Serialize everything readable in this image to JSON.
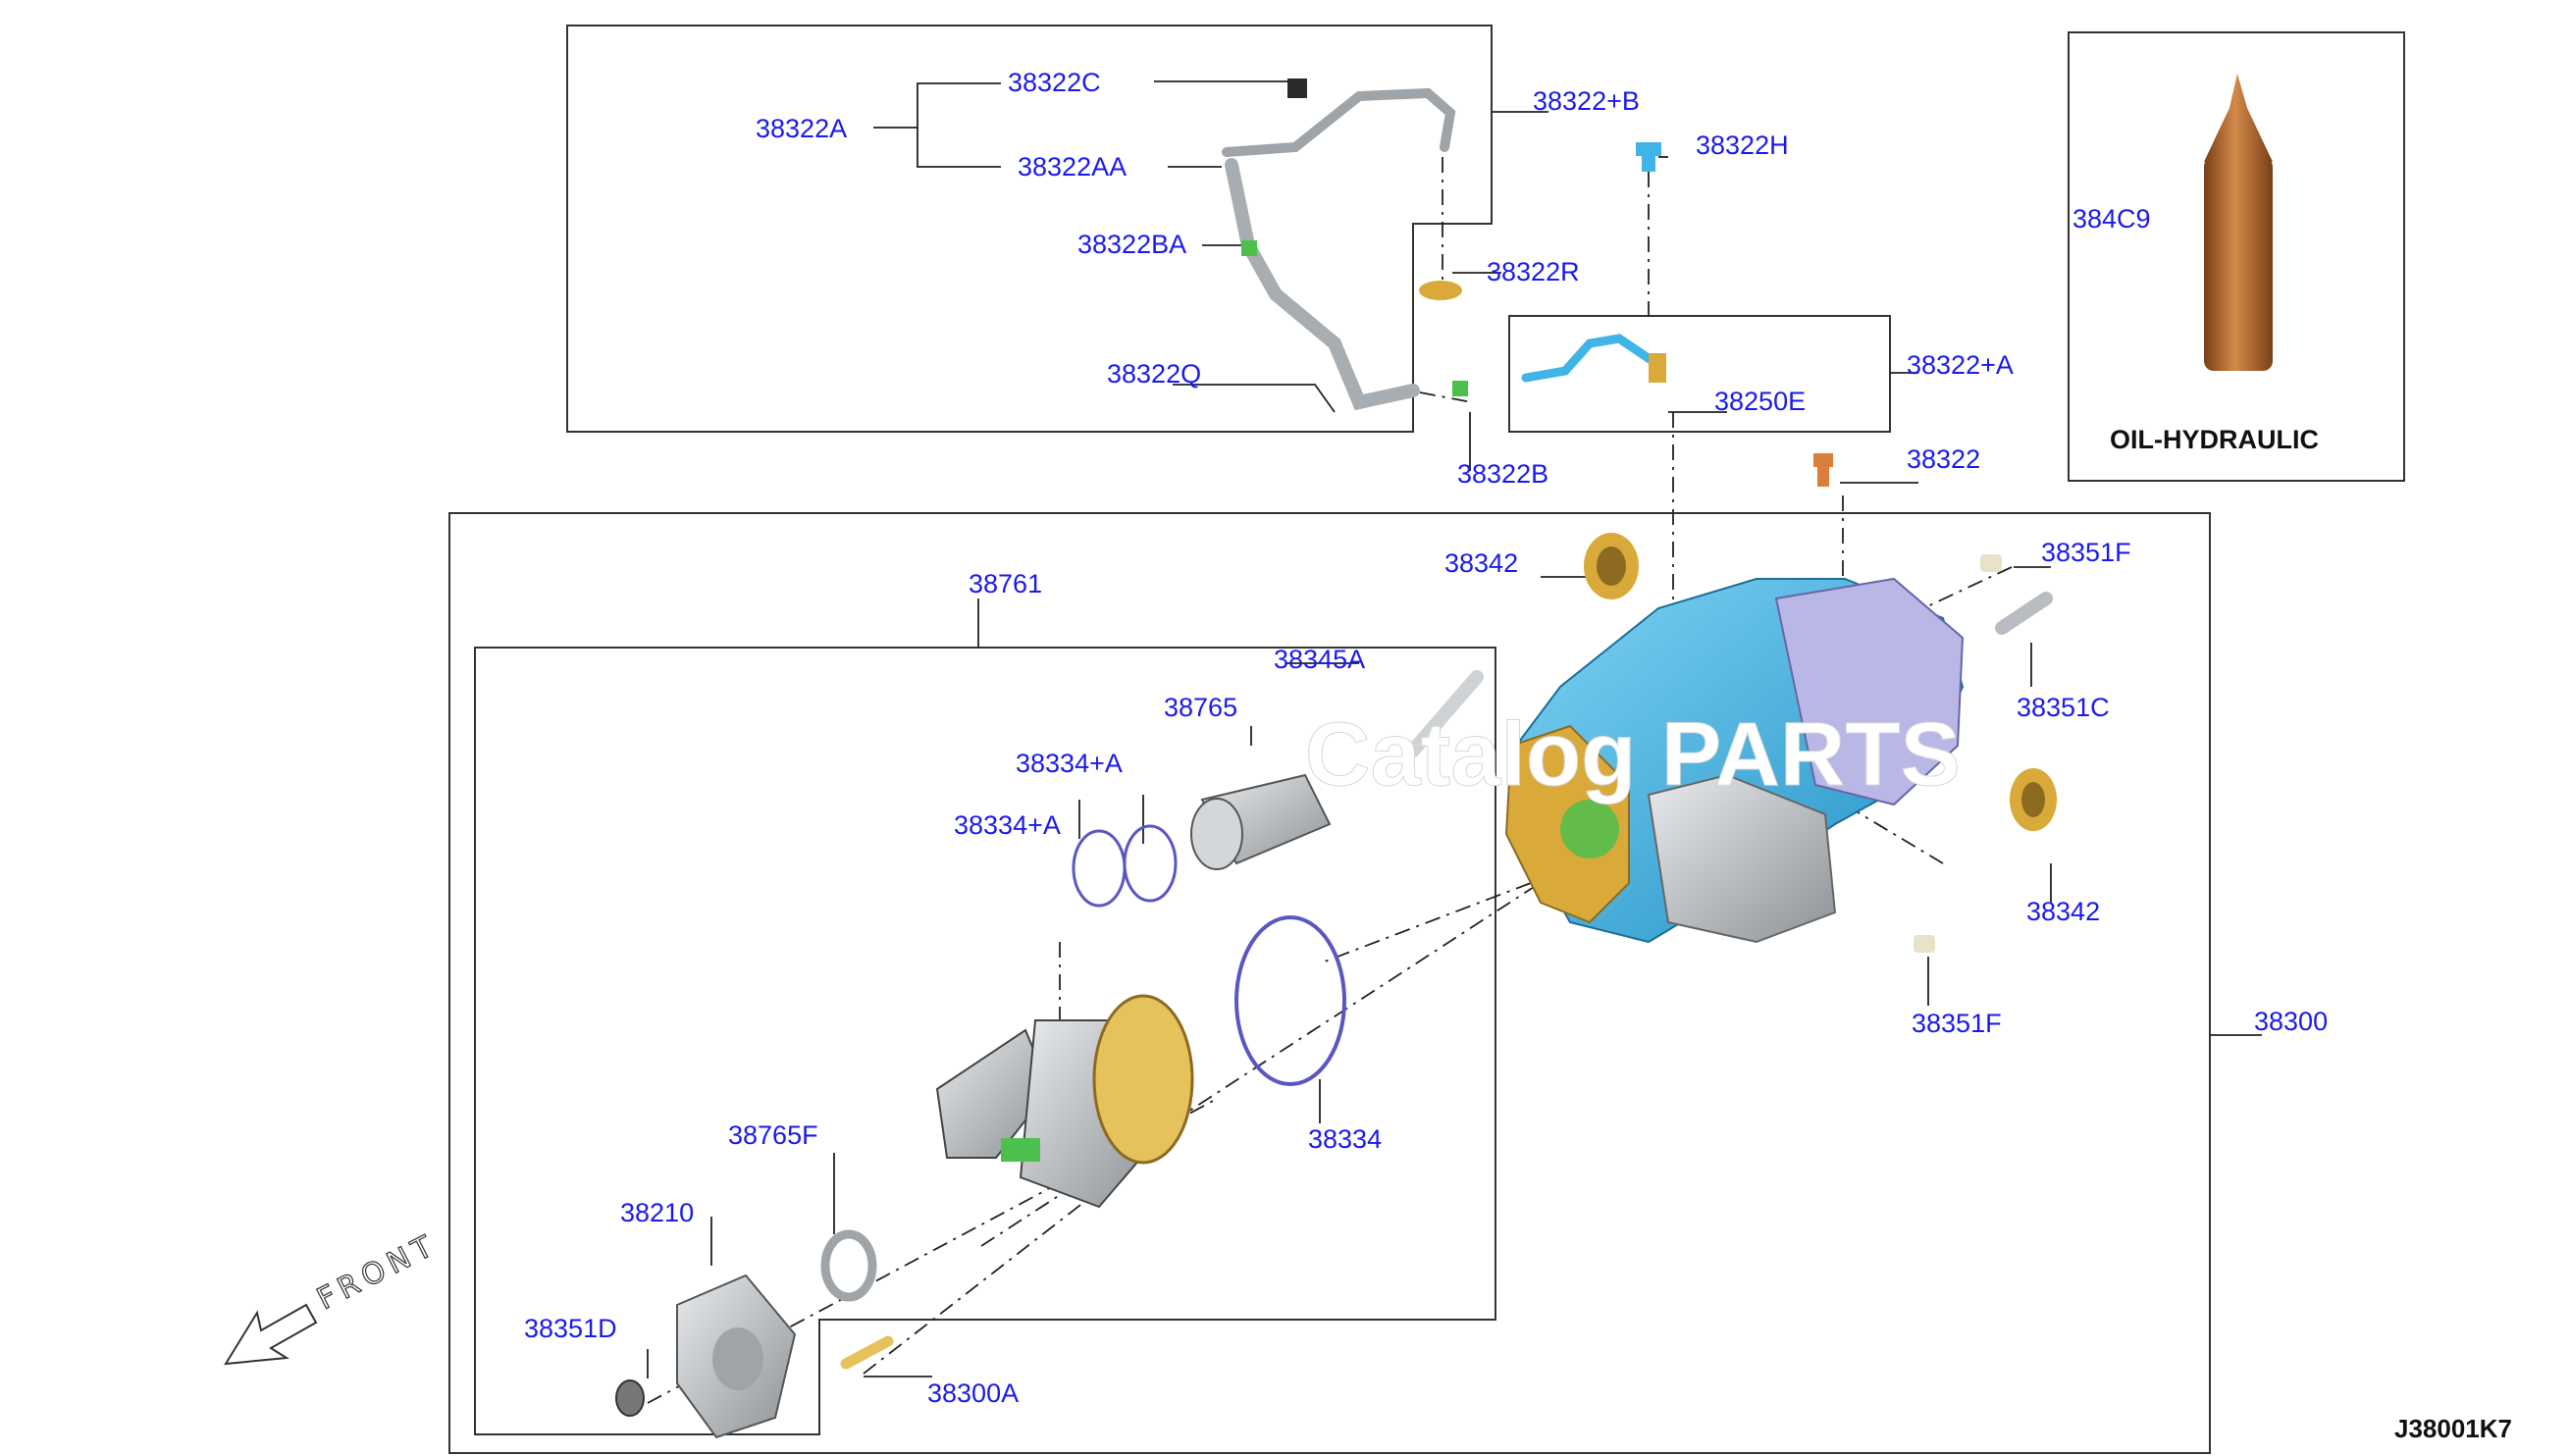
{
  "labels": {
    "p38322C": "38322C",
    "p38322A": "38322A",
    "p38322AA": "38322AA",
    "p38322BA": "38322BA",
    "p38322Q": "38322Q",
    "p38322plusB": "38322+B",
    "p38322H": "38322H",
    "p38322R": "38322R",
    "p38322plusA": "38322+A",
    "p38250E": "38250E",
    "p38322B": "38322B",
    "p38322": "38322",
    "p384C9": "384C9",
    "oil_hydraulic": "OIL-HYDRAULIC",
    "p38342_top": "38342",
    "p38351F_top": "38351F",
    "p38761": "38761",
    "p38345A": "38345A",
    "p38351C": "38351C",
    "p38765": "38765",
    "p38334plusA_upper": "38334+A",
    "p38334plusA_lower": "38334+A",
    "p38342_right": "38342",
    "p38351F_bottom": "38351F",
    "p38300": "38300",
    "p38334": "38334",
    "p38765F": "38765F",
    "p38210": "38210",
    "p38351D": "38351D",
    "p38300A": "38300A"
  },
  "front_label": "FRONT",
  "diagram_code": "J38001K7",
  "watermark": "Catalog PARTS",
  "colors": {
    "label_blue": "#1a1aee",
    "housing_blue": "#3fb4e6",
    "gear_gold": "#d9a93a",
    "copper": "#b06a2c",
    "green": "#4dbf4d",
    "gray": "#bfc3c7",
    "lavender": "#b9b7e6"
  }
}
